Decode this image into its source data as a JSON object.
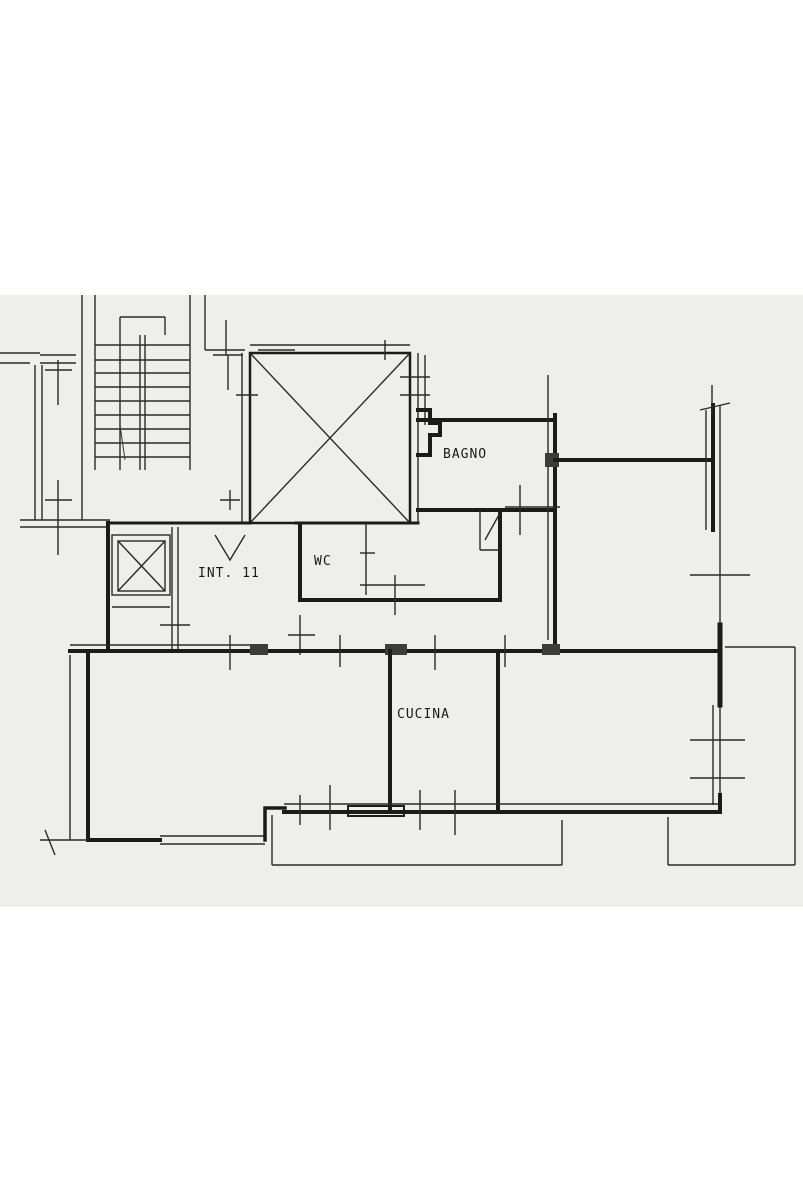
{
  "plan": {
    "rooms": [
      {
        "id": "bagno",
        "label": "BAGNO"
      },
      {
        "id": "wc",
        "label": "WC"
      },
      {
        "id": "int11",
        "label": "INT. 11"
      },
      {
        "id": "cucina",
        "label": "CUCINA"
      }
    ]
  },
  "colors": {
    "paper": "#eeeeea",
    "ink": "#1b1b1b"
  }
}
